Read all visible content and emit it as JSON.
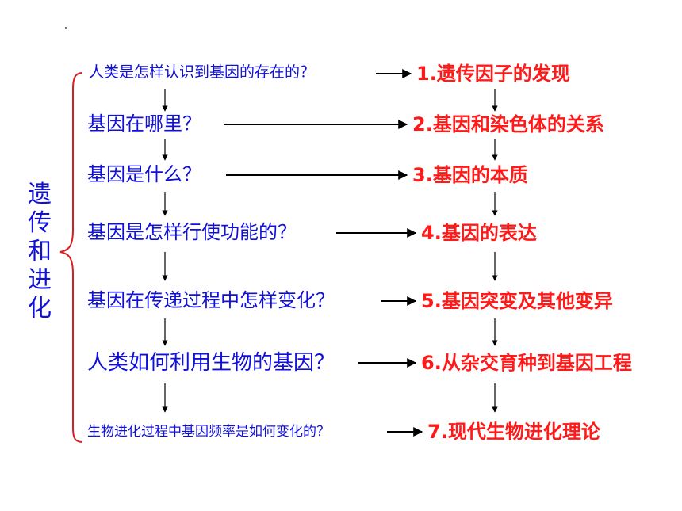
{
  "side_title": [
    "遗",
    "传",
    "和",
    "进",
    "化"
  ],
  "questions": [
    "人类是怎样认识到基因的存在的？",
    "基因在哪里？",
    "基因是什么？",
    "基因是怎样行使功能的？",
    "基因在传递过程中怎样变化？",
    "人类如何利用生物的基因？",
    "生物进化过程中基因频率是如何变化的？"
  ],
  "answers": [
    "1.遗传因子的发现",
    "2.基因和染色体的关系",
    "3.基因的本质",
    "4.基因的表达",
    "5.基因突变及其他变异",
    "6.从杂交育种到基因工程",
    "7.现代生物进化理论"
  ],
  "colors": {
    "question": "#1010d8",
    "answer": "#ff1a1a",
    "brace": "#d42020",
    "arrow": "#000000"
  }
}
